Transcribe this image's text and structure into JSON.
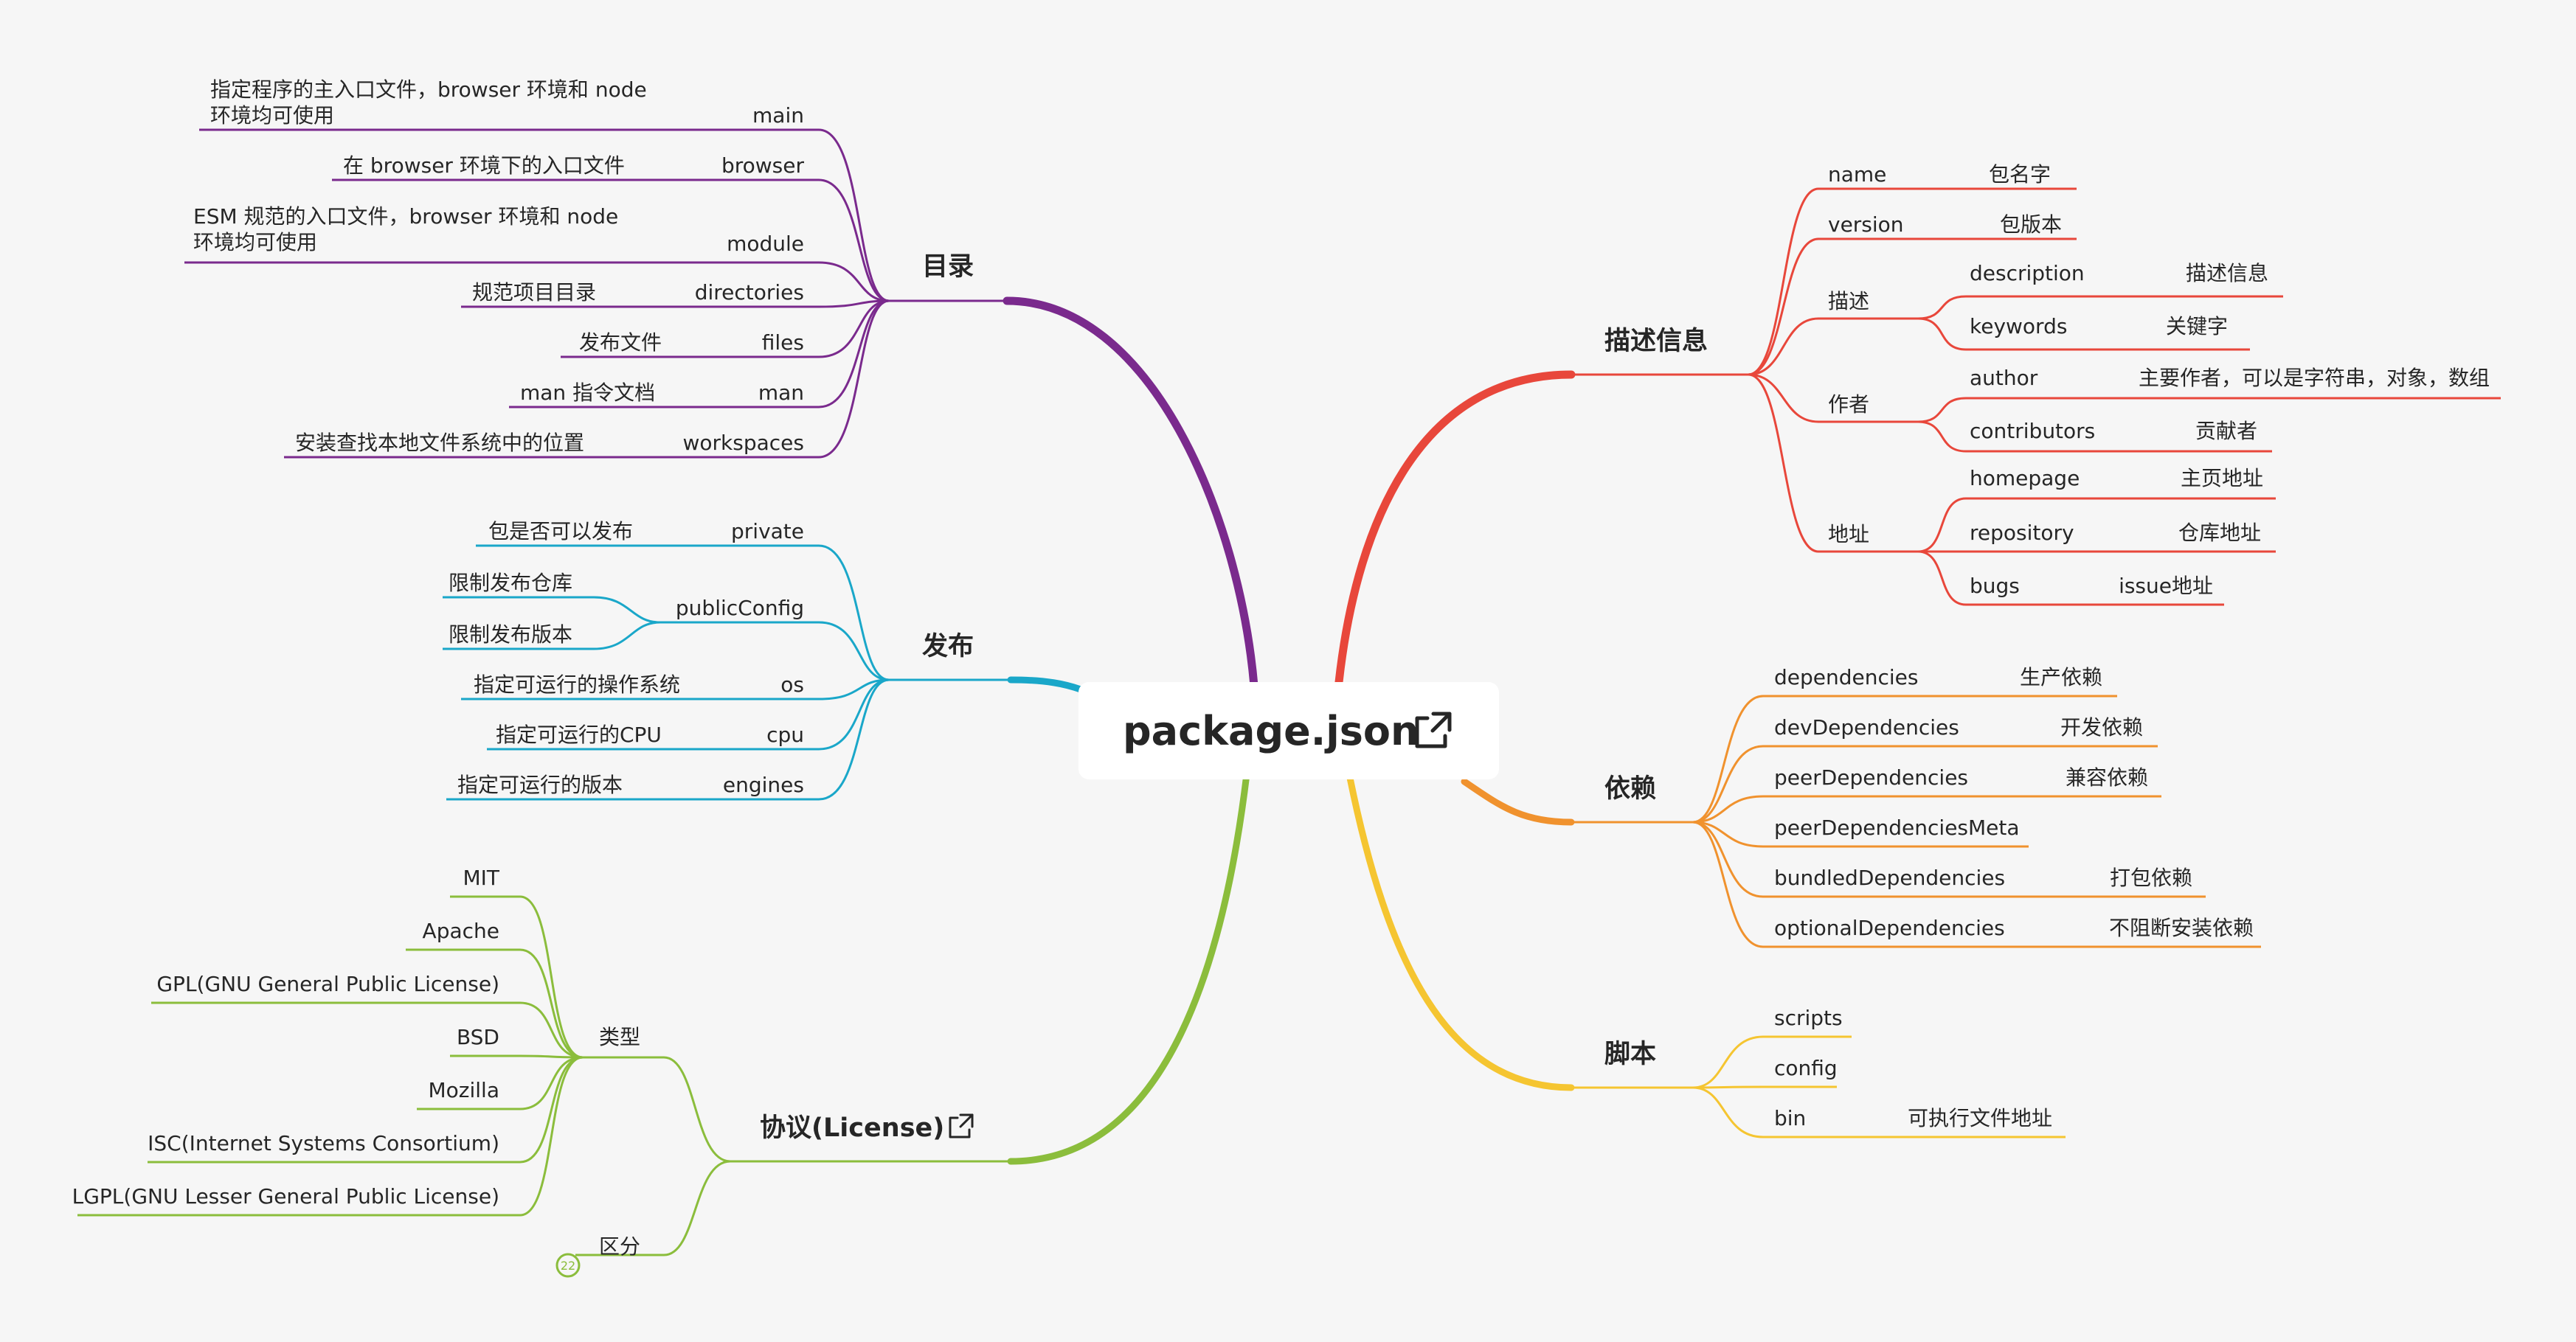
{
  "center": {
    "title": "package.json",
    "icon": "external-link-icon"
  },
  "branches": {
    "catalog": {
      "label": "目录",
      "color": "#7a2a8d",
      "items": [
        {
          "key": "main",
          "desc_line1": "指定程序的主入口文件，browser 环境和 node",
          "desc_line2": "环境均可使用"
        },
        {
          "key": "browser",
          "desc": "在 browser 环境下的入口文件"
        },
        {
          "key": "module",
          "desc_line1": "ESM 规范的入口文件，browser 环境和 node",
          "desc_line2": "环境均可使用"
        },
        {
          "key": "directories",
          "desc": "规范项目目录"
        },
        {
          "key": "files",
          "desc": "发布文件"
        },
        {
          "key": "man",
          "desc": "man 指令文档"
        },
        {
          "key": "workspaces",
          "desc": "安装查找本地文件系统中的位置"
        }
      ]
    },
    "publish": {
      "label": "发布",
      "color": "#1aa7c9",
      "items": [
        {
          "key": "private",
          "desc": "包是否可以发布"
        },
        {
          "key": "publicConfig",
          "desc_a": "限制发布仓库",
          "desc_b": "限制发布版本"
        },
        {
          "key": "os",
          "desc": "指定可运行的操作系统"
        },
        {
          "key": "cpu",
          "desc": "指定可运行的CPU"
        },
        {
          "key": "engines",
          "desc": "指定可运行的版本"
        }
      ]
    },
    "license": {
      "label": "协议(License)",
      "icon": "external-link-icon",
      "color": "#8bbd3c",
      "type_label": "类型",
      "types": [
        "MIT",
        "Apache",
        "GPL(GNU General Public License)",
        "BSD",
        "Mozilla",
        "ISC(Internet Systems Consortium)",
        "LGPL(GNU Lesser General Public License)"
      ],
      "distinguish_label": "区分",
      "collapsed_count": "22"
    },
    "description": {
      "label": "描述信息",
      "color": "#e8473b",
      "name": {
        "key": "name",
        "value": "包名字"
      },
      "version": {
        "key": "version",
        "value": "包版本"
      },
      "describe": {
        "label": "描述",
        "description": {
          "key": "description",
          "value": "描述信息"
        },
        "keywords": {
          "key": "keywords",
          "value": "关键字"
        }
      },
      "author_group": {
        "label": "作者",
        "author": {
          "key": "author",
          "value": "主要作者，可以是字符串，对象，数组"
        },
        "contributors": {
          "key": "contributors",
          "value": "贡献者"
        }
      },
      "address": {
        "label": "地址",
        "homepage": {
          "key": "homepage",
          "value": "主页地址"
        },
        "repository": {
          "key": "repository",
          "value": "仓库地址"
        },
        "bugs": {
          "key": "bugs",
          "value": "issue地址"
        }
      }
    },
    "deps": {
      "label": "依赖",
      "color": "#f0922e",
      "items": [
        {
          "key": "dependencies",
          "value": "生产依赖"
        },
        {
          "key": "devDependencies",
          "value": "开发依赖"
        },
        {
          "key": "peerDependencies",
          "value": "兼容依赖"
        },
        {
          "key": "peerDependenciesMeta",
          "value": ""
        },
        {
          "key": "bundledDependencies",
          "value": "打包依赖"
        },
        {
          "key": "optionalDependencies",
          "value": "不阻断安装依赖"
        }
      ]
    },
    "script": {
      "label": "脚本",
      "color": "#f5c531",
      "scripts": "scripts",
      "config": "config",
      "bin": {
        "key": "bin",
        "value": "可执行文件地址"
      }
    }
  }
}
